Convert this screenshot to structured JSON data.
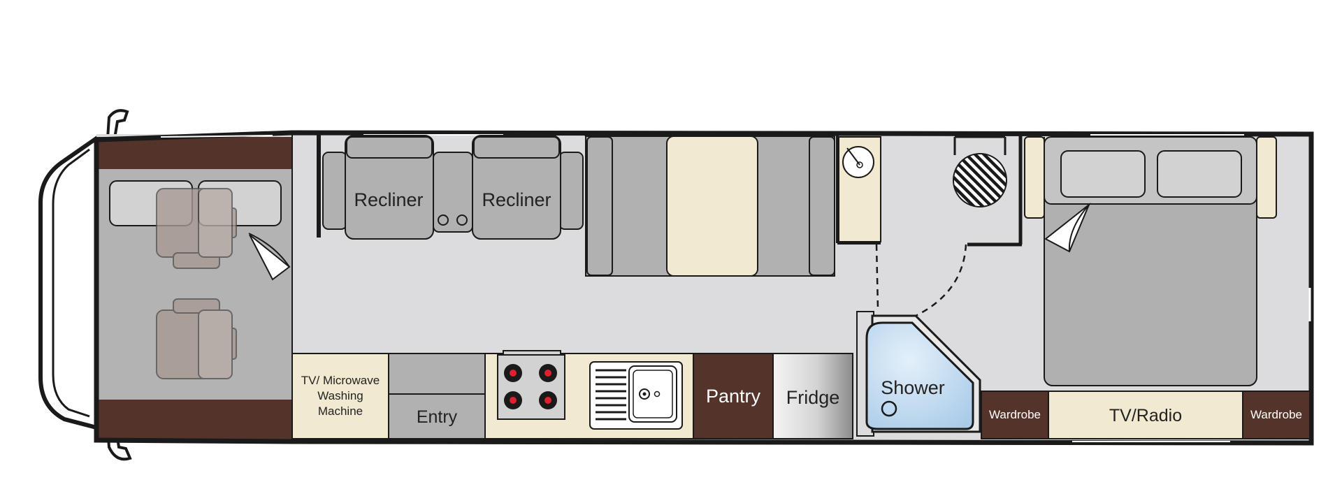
{
  "floorplan": {
    "labels": {
      "recliner_left": "Recliner",
      "recliner_right": "Recliner",
      "tv_microwave_line1": "TV/ Microwave",
      "tv_microwave_line2": "Washing",
      "tv_microwave_line3": "Machine",
      "entry": "Entry",
      "pantry": "Pantry",
      "fridge": "Fridge",
      "shower": "Shower",
      "wardrobe_left": "Wardrobe",
      "tv_radio": "TV/Radio",
      "wardrobe_right": "Wardrobe"
    },
    "colors": {
      "floor": "#dcdcde",
      "cab_floor": "#b3b3b3",
      "wood": "#54342a",
      "cream": "#f2ead0",
      "seat": "#b1b1b1",
      "cushion": "#d2d2d2",
      "bed": "#b0b0b0",
      "shower_water": "#c5def3",
      "stove_burner": "#e0202e",
      "outline": "#1a1a1a",
      "driver_seat": "#a89a93"
    }
  }
}
